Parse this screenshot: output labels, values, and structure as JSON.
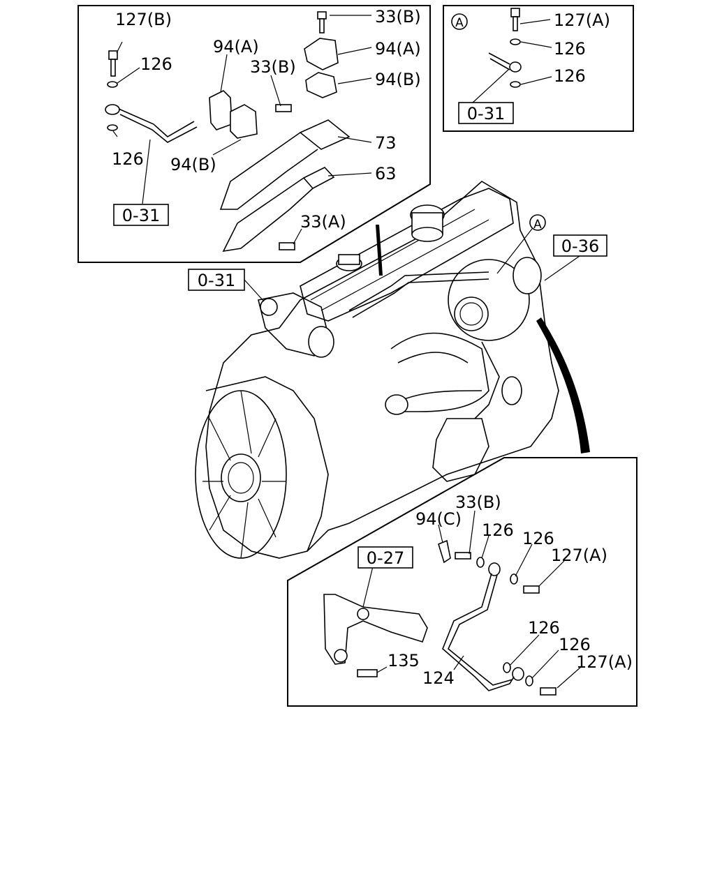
{
  "diagram": {
    "detail_top_left": {
      "labels": [
        "127(B)",
        "126",
        "126",
        "94(A)",
        "33(B)",
        "94(B)",
        "33(B)",
        "94(A)",
        "94(B)",
        "73",
        "63",
        "33(A)"
      ],
      "ref": "0-31"
    },
    "detail_top_right": {
      "marker": "A",
      "labels": [
        "127(A)",
        "126",
        "126"
      ],
      "ref": "0-31"
    },
    "main_view": {
      "marker": "A",
      "refs": [
        "0-36",
        "0-31"
      ]
    },
    "detail_bottom": {
      "labels": [
        "33(B)",
        "94(C)",
        "126",
        "126",
        "127(A)",
        "126",
        "126",
        "127(A)",
        "135",
        "124"
      ],
      "ref": "0-27"
    }
  }
}
